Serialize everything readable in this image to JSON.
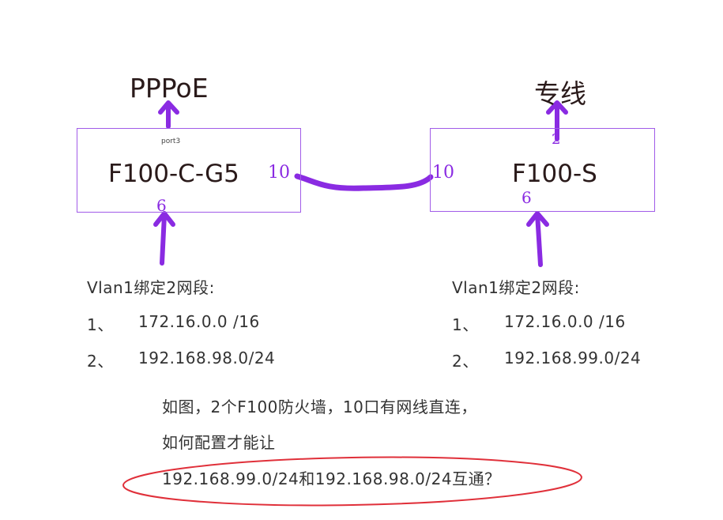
{
  "left": {
    "uplink_label": "PPPoE",
    "port_label": "port3",
    "device_name": "F100-C-G5",
    "link_port": "10",
    "lan_port": "6",
    "vlan_title": "Vlan1绑定2网段:",
    "subnets": [
      {
        "index": "1、",
        "value": "172.16.0.0 /16"
      },
      {
        "index": "2、",
        "value": "192.168.98.0/24"
      }
    ]
  },
  "right": {
    "uplink_label": "专线",
    "uplink_port": "2",
    "device_name": "F100-S",
    "link_port": "10",
    "lan_port": "6",
    "vlan_title": "Vlan1绑定2网段:",
    "subnets": [
      {
        "index": "1、",
        "value": "172.16.0.0 /16"
      },
      {
        "index": "2、",
        "value": "192.168.99.0/24"
      }
    ]
  },
  "question": {
    "line1": "如图，2个F100防火墙，10口有网线直连，",
    "line2": "如何配置才能让",
    "line3": "192.168.99.0/24和192.168.98.0/24互通？"
  },
  "colors": {
    "annotation": "#8a2be2",
    "box": "#a15ce8",
    "highlight": "#e0303a"
  }
}
